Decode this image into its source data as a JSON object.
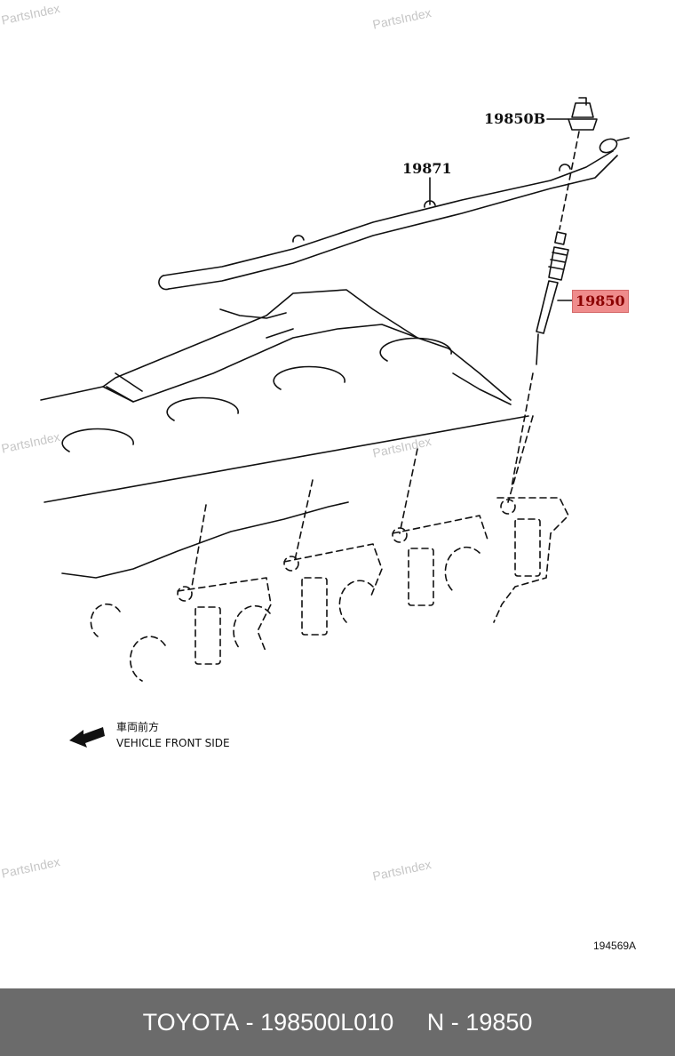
{
  "watermark": "PartsIndex",
  "labels": {
    "connector": "19850B",
    "busbar": "19871",
    "glow_plug": "19850"
  },
  "direction": {
    "japanese": "車両前方",
    "english": "VEHICLE FRONT SIDE"
  },
  "illustration_code": "194569A",
  "footer": {
    "brand": "TOYOTA",
    "part_number": "198500L010",
    "ref_prefix": "N",
    "ref_number": "19850"
  },
  "colors": {
    "highlight_bg": "#ef8c8c",
    "highlight_text": "#8b0000",
    "footer_bg": "#6b6b6b"
  }
}
